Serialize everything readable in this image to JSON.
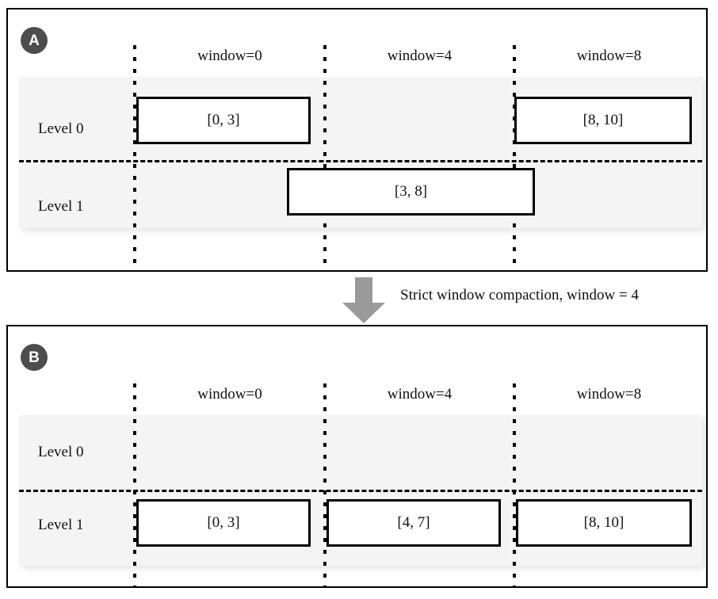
{
  "figure": {
    "panels": [
      {
        "id": "a",
        "badge": "A",
        "window_labels": [
          "window=0",
          "window=4",
          "window=8"
        ],
        "level_labels": [
          "Level 0",
          "Level 1"
        ],
        "runs": [
          {
            "label": "[0, 3]",
            "level": 0,
            "window": 0
          },
          {
            "label": "[8, 10]",
            "level": 0,
            "window": 8
          },
          {
            "label": "[3, 8]",
            "level": 1,
            "window": 4
          }
        ]
      },
      {
        "id": "b",
        "badge": "B",
        "window_labels": [
          "window=0",
          "window=4",
          "window=8"
        ],
        "level_labels": [
          "Level 0",
          "Level 1"
        ],
        "runs": [
          {
            "label": "[0, 3]",
            "level": 1,
            "window": 0
          },
          {
            "label": "[4, 7]",
            "level": 1,
            "window": 4
          },
          {
            "label": "[8, 10]",
            "level": 1,
            "window": 8
          }
        ]
      }
    ],
    "transition": {
      "caption": "Strict window compaction, window = 4",
      "arrow_direction": "down",
      "arrow_color": "#9a9a9a"
    },
    "colors": {
      "badge_background": "#4d4d4d",
      "badge_text": "#ffffff",
      "band_background": "#f4f4f4",
      "stroke": "#000000",
      "panel_background": "#ffffff"
    }
  }
}
